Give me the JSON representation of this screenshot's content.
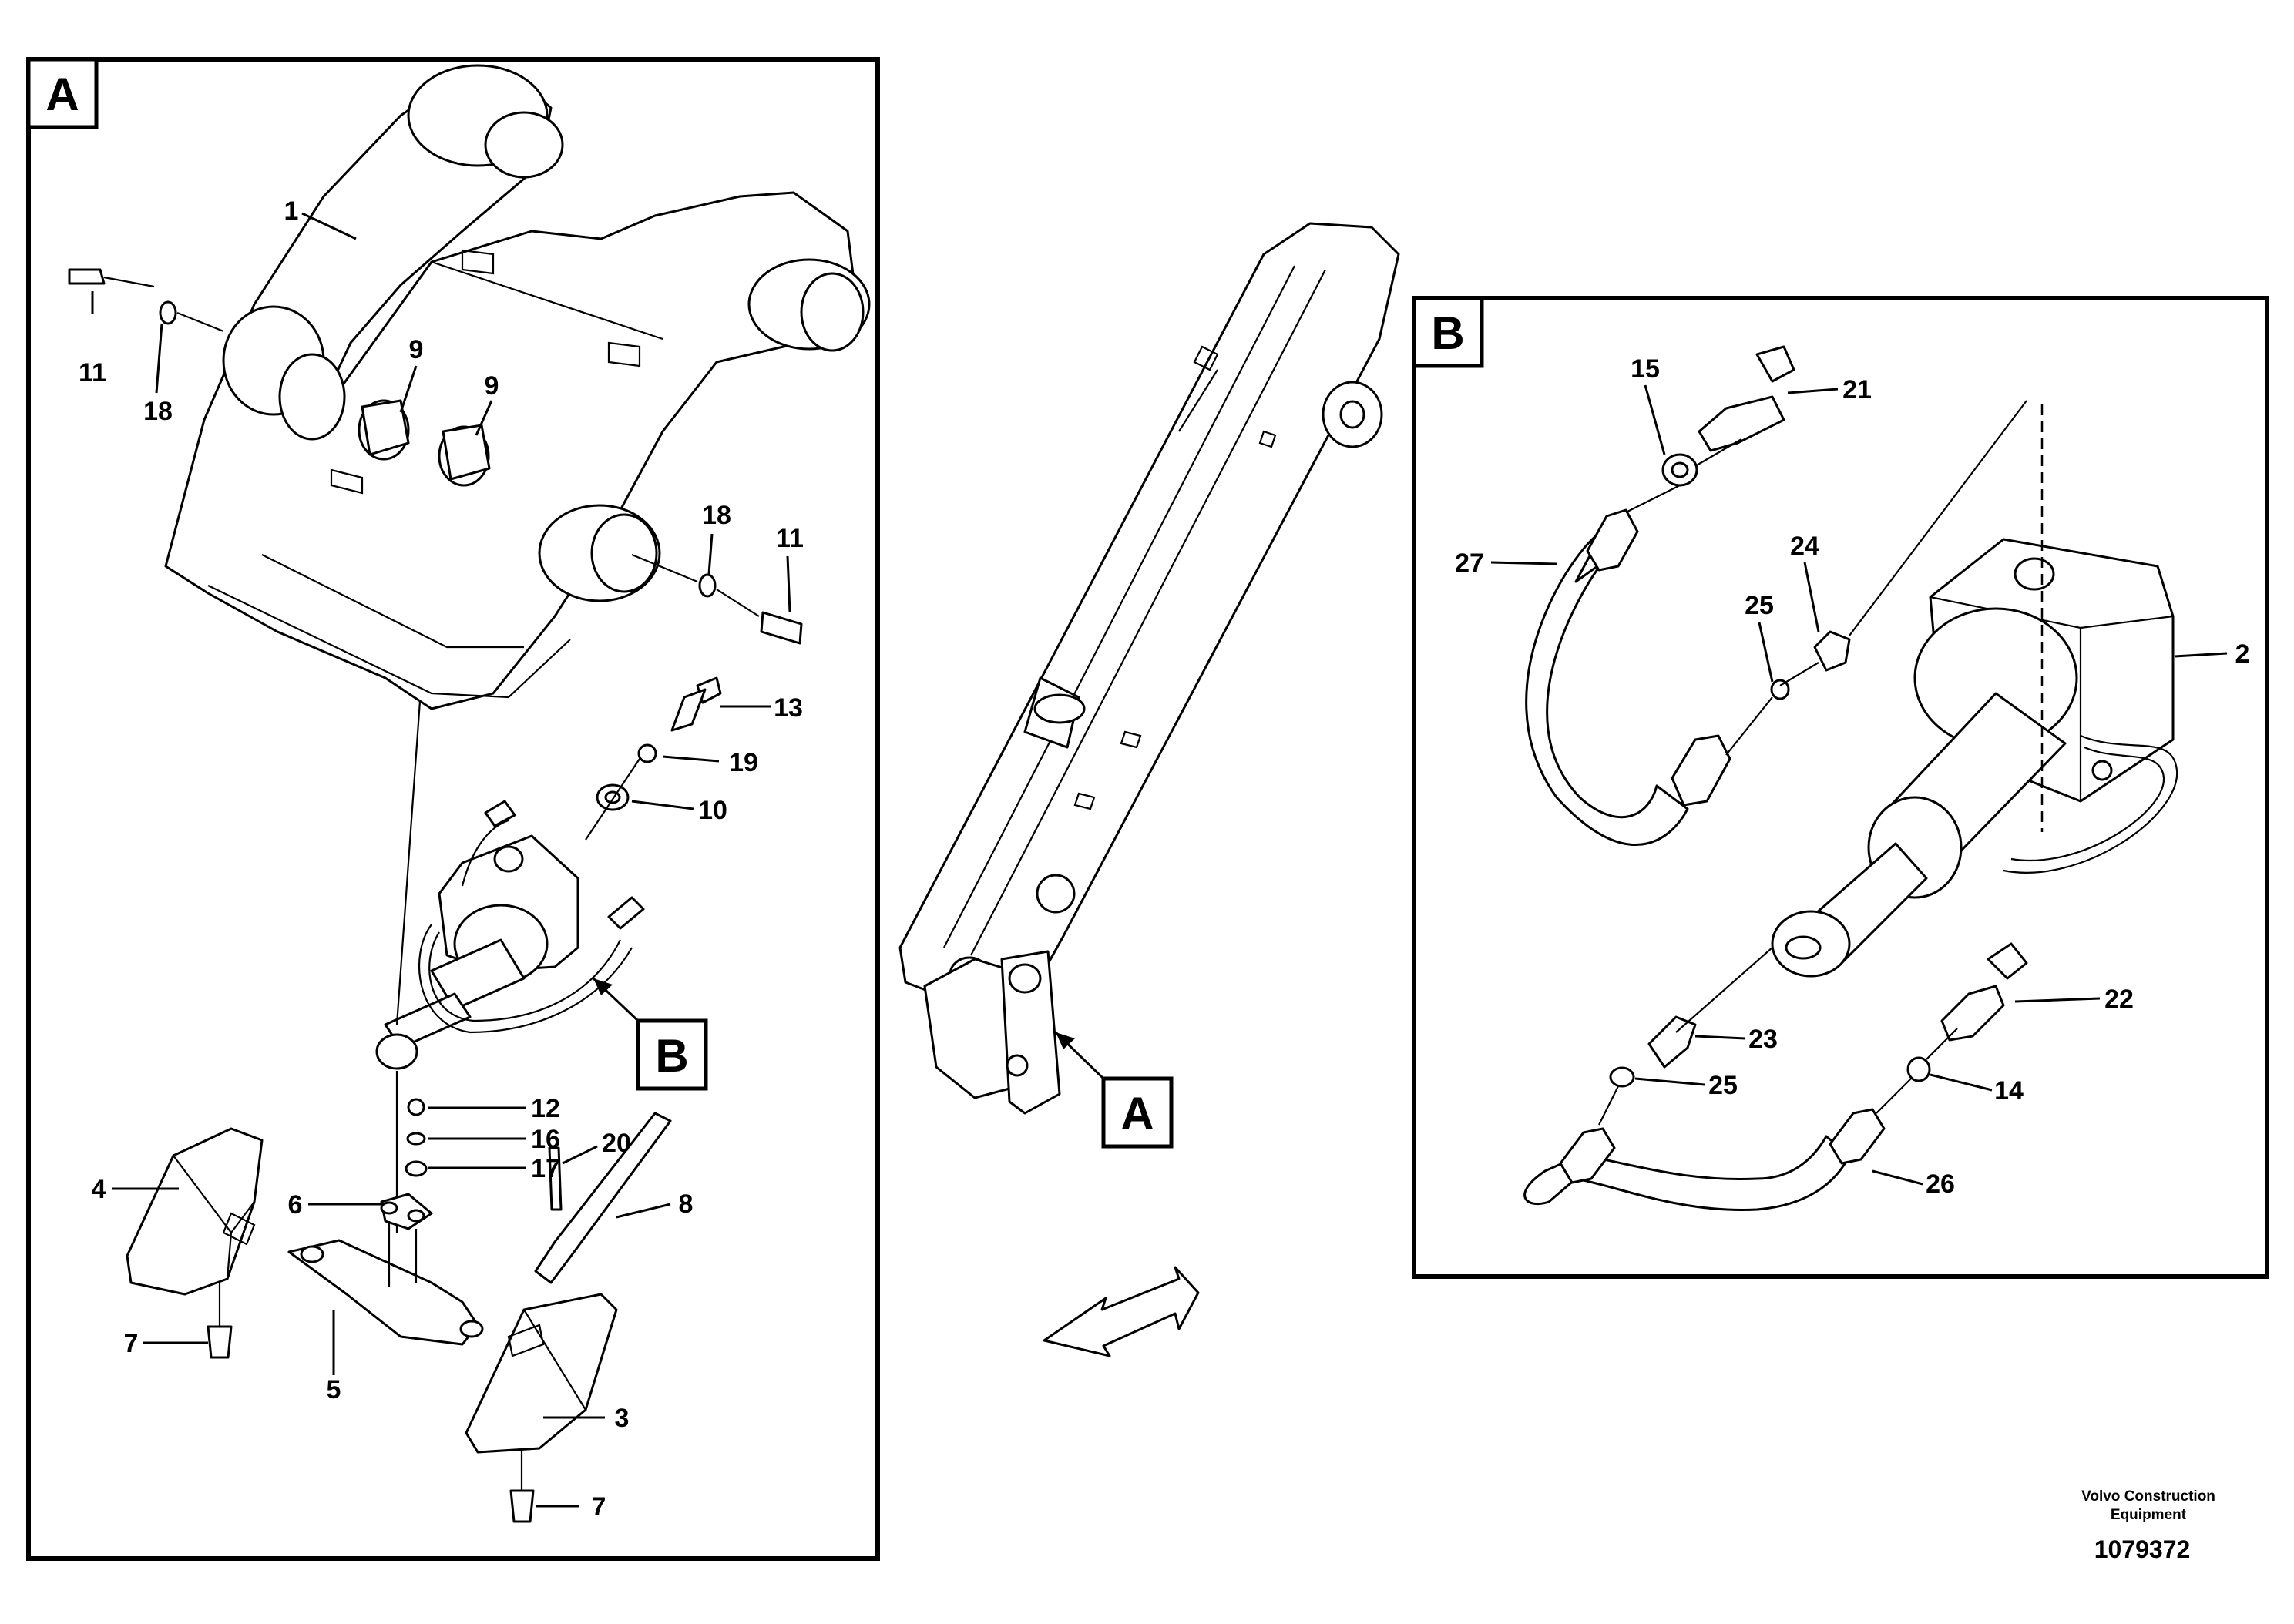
{
  "panels": {
    "a": {
      "tag": "A",
      "callouts": [
        {
          "num": "1"
        },
        {
          "num": "11"
        },
        {
          "num": "18"
        },
        {
          "num": "9"
        },
        {
          "num": "9"
        },
        {
          "num": "18"
        },
        {
          "num": "11"
        },
        {
          "num": "13"
        },
        {
          "num": "19"
        },
        {
          "num": "10"
        },
        {
          "num": "12"
        },
        {
          "num": "16"
        },
        {
          "num": "17"
        },
        {
          "num": "20"
        },
        {
          "num": "8"
        },
        {
          "num": "4"
        },
        {
          "num": "6"
        },
        {
          "num": "7"
        },
        {
          "num": "5"
        },
        {
          "num": "3"
        },
        {
          "num": "7"
        }
      ]
    },
    "b": {
      "tag": "B",
      "callouts": [
        {
          "num": "15"
        },
        {
          "num": "21"
        },
        {
          "num": "27"
        },
        {
          "num": "24"
        },
        {
          "num": "25"
        },
        {
          "num": "2"
        },
        {
          "num": "22"
        },
        {
          "num": "23"
        },
        {
          "num": "25"
        },
        {
          "num": "14"
        },
        {
          "num": "26"
        }
      ]
    }
  },
  "pointer_tags": {
    "b": "B",
    "a": "A"
  },
  "footer": {
    "company_line1": "Volvo Construction",
    "company_line2": "Equipment",
    "doc_number": "1079372"
  }
}
